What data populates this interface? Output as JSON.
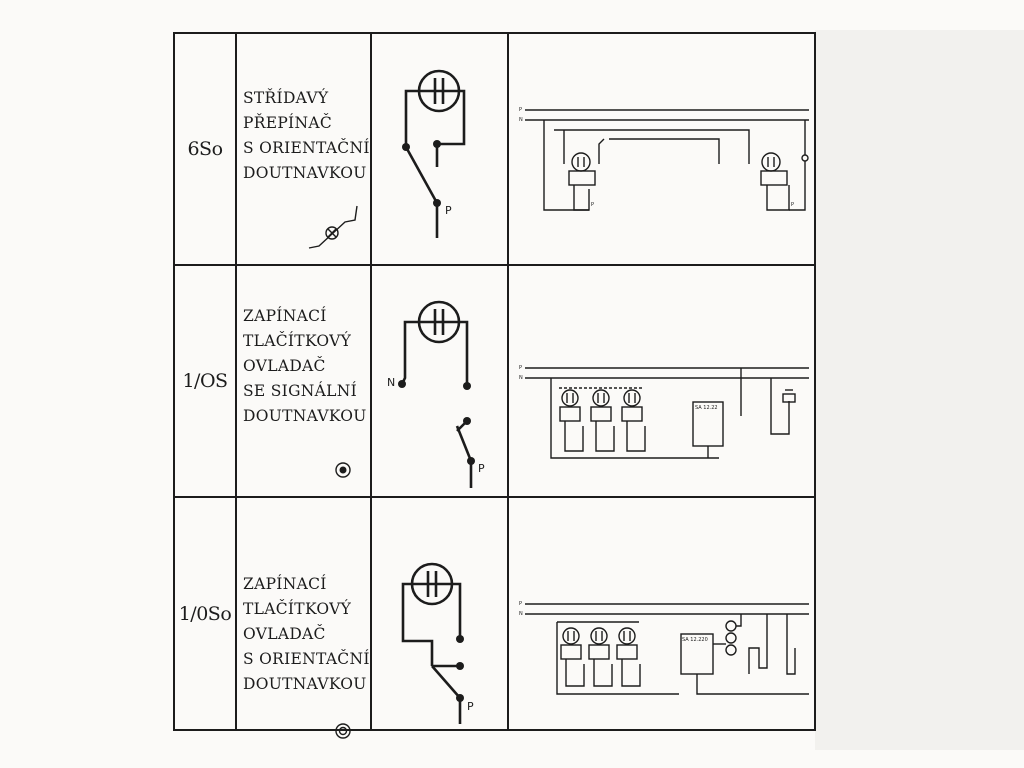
{
  "rows": [
    {
      "code": "6So",
      "description": [
        "STŘÍDAVÝ",
        "PŘEPÍNAČ",
        "S ORIENTAČNÍ",
        "DOUTNAVKOU"
      ],
      "symbol": "crossed-lamp-switch-symbol",
      "schematic_label": "P"
    },
    {
      "code": "1/OS",
      "description": [
        "ZAPÍNACÍ",
        "TLAČÍTKOVÝ",
        "OVLADAČ",
        "SE SIGNÁLNÍ",
        "DOUTNAVKOU"
      ],
      "symbol": "signal-lamp-symbol",
      "schematic_labels": [
        "N",
        "P"
      ]
    },
    {
      "code": "1/0So",
      "description": [
        "ZAPÍNACÍ",
        "TLAČÍTKOVÝ",
        "OVLADAČ",
        "S ORIENTAČNÍ",
        "DOUTNAVKOU"
      ],
      "symbol": "orientation-lamp-symbol",
      "schematic_label": "P"
    }
  ],
  "wiring": {
    "bus_labels": [
      "P",
      "N"
    ],
    "relay_label_row2": "SA 12.22",
    "relay_label_row3": "SA 12.220"
  }
}
